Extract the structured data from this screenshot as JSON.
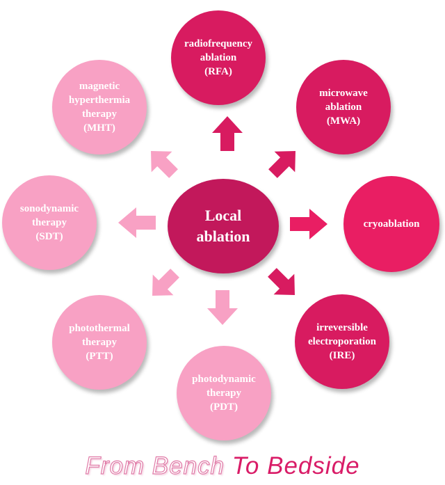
{
  "center": {
    "label": "Local\nablation",
    "color": "#c2185b"
  },
  "nodes": [
    {
      "id": "rfa",
      "label": "radiofrequency\nablation\n(RFA)",
      "color": "#d81b60"
    },
    {
      "id": "mwa",
      "label": "microwave\nablation\n(MWA)",
      "color": "#d81b60"
    },
    {
      "id": "cryo",
      "label": "cryoablation",
      "color": "#e91e63"
    },
    {
      "id": "ire",
      "label": "irreversible\nelectroporation\n(IRE)",
      "color": "#d81b60"
    },
    {
      "id": "pdt",
      "label": "photodynamic\ntherapy\n(PDT)",
      "color": "#f8a1c4"
    },
    {
      "id": "ptt",
      "label": "photothermal\ntherapy\n(PTT)",
      "color": "#f8a1c4"
    },
    {
      "id": "sdt",
      "label": "sonodynamic\ntherapy\n(SDT)",
      "color": "#f8a1c4"
    },
    {
      "id": "mht",
      "label": "magnetic\nhyperthermia\ntherapy\n(MHT)",
      "color": "#f8a1c4"
    }
  ],
  "arrows": [
    {
      "id": "up",
      "color": "#d81b60"
    },
    {
      "id": "up-right",
      "color": "#d81b60"
    },
    {
      "id": "right",
      "color": "#e91e63"
    },
    {
      "id": "down-right",
      "color": "#d81b60"
    },
    {
      "id": "down",
      "color": "#f8a1c4"
    },
    {
      "id": "down-left",
      "color": "#f8a1c4"
    },
    {
      "id": "left",
      "color": "#f8a1c4"
    },
    {
      "id": "up-left",
      "color": "#f8a1c4"
    }
  ],
  "footer": {
    "part1": "From Bench",
    "part2": " To Bedside"
  }
}
